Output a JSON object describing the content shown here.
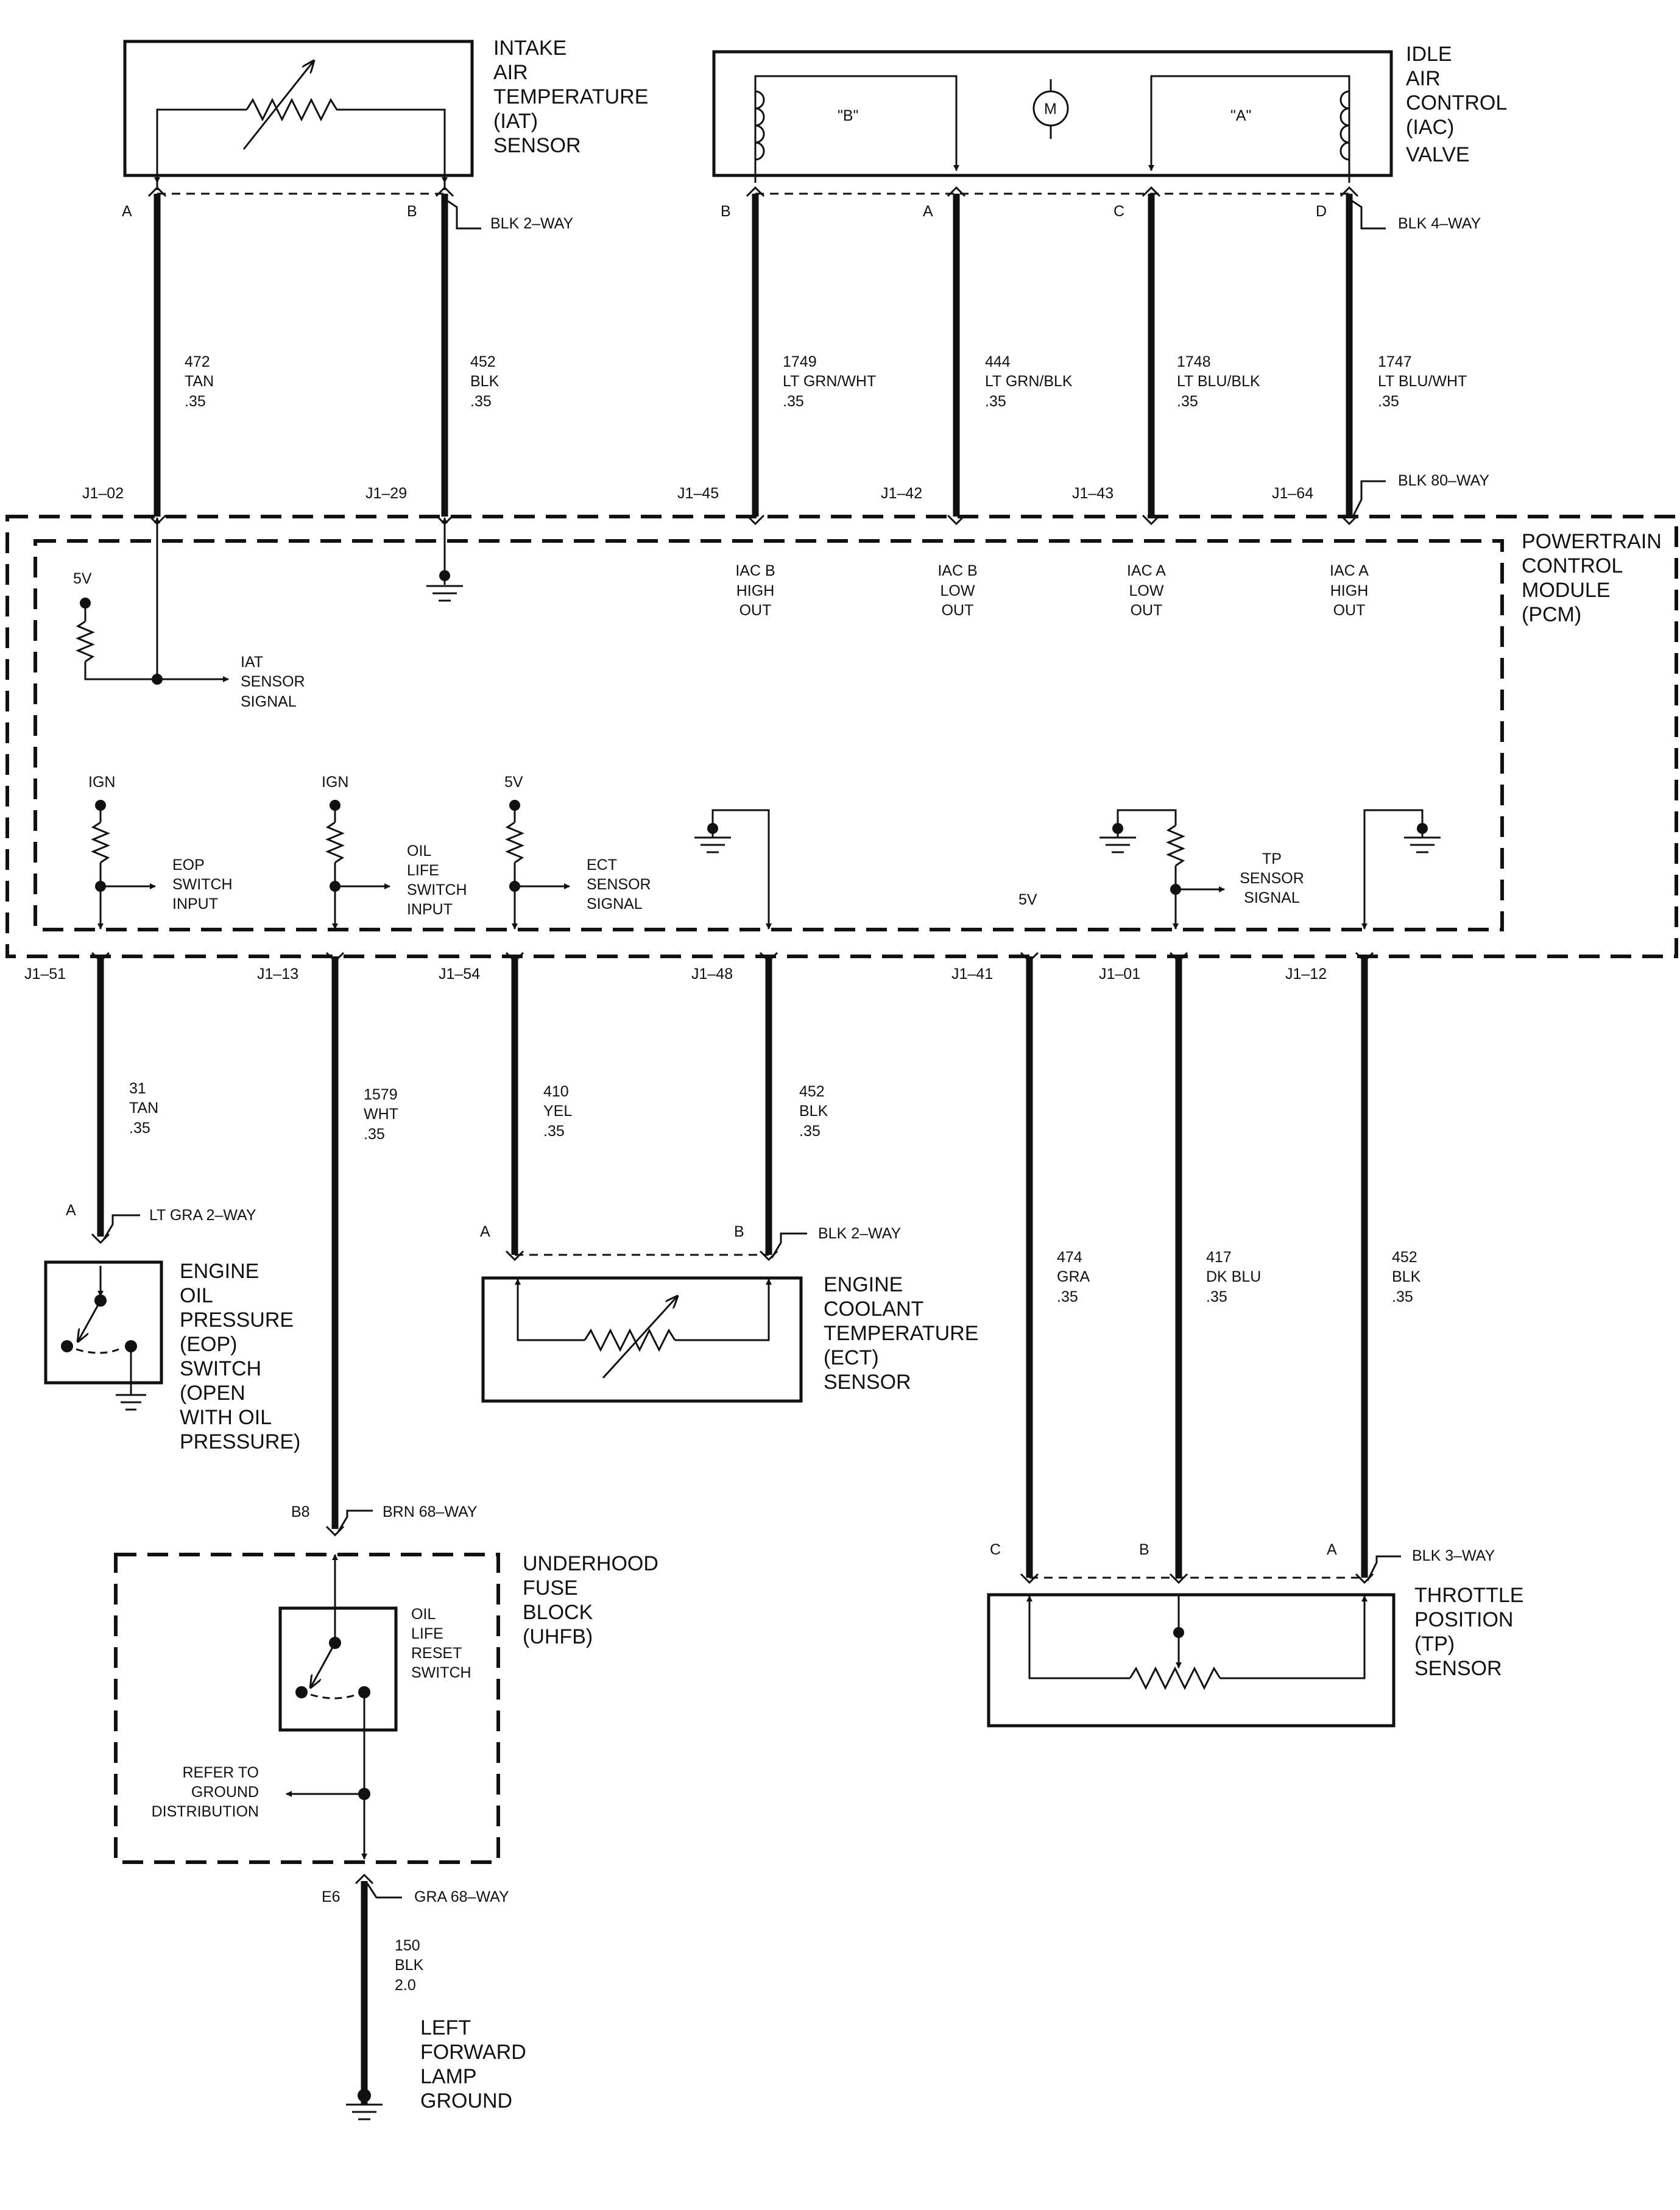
{
  "components": {
    "iat": [
      "INTAKE",
      "AIR",
      "TEMPERATURE",
      "(IAT)",
      "SENSOR"
    ],
    "iac": [
      "IDLE",
      "AIR",
      "CONTROL",
      "(IAC)",
      "VALVE"
    ],
    "iac_coil_b": "\"B\"",
    "iac_coil_a": "\"A\"",
    "iac_motor": "M",
    "pcm": [
      "POWERTRAIN",
      "CONTROL",
      "MODULE",
      "(PCM)"
    ],
    "eop": [
      "ENGINE",
      "OIL",
      "PRESSURE",
      "(EOP)",
      "SWITCH",
      "(OPEN",
      "WITH OIL",
      "PRESSURE)"
    ],
    "ect": [
      "ENGINE",
      "COOLANT",
      "TEMPERATURE",
      "(ECT)",
      "SENSOR"
    ],
    "uhfb": [
      "UNDERHOOD",
      "FUSE",
      "BLOCK",
      "(UHFB)"
    ],
    "oil_reset": [
      "OIL",
      "LIFE",
      "RESET",
      "SWITCH"
    ],
    "ground_ref": [
      "REFER TO",
      "GROUND",
      "DISTRIBUTION"
    ],
    "tp": [
      "THROTTLE",
      "POSITION",
      "(TP)",
      "SENSOR"
    ],
    "lamp_ground": [
      "LEFT",
      "FORWARD",
      "LAMP",
      "GROUND"
    ]
  },
  "connectors": {
    "iat": "BLK 2–WAY",
    "iac": "BLK 4–WAY",
    "pcm": "BLK 80–WAY",
    "eop": "LT GRA 2–WAY",
    "ect": "BLK 2–WAY",
    "uhfb_top": "BRN 68–WAY",
    "uhfb_bottom": "GRA 68–WAY",
    "tp": "BLK 3–WAY"
  },
  "pins": {
    "iat_a": "A",
    "iat_b": "B",
    "iac_b": "B",
    "iac_a": "A",
    "iac_c": "C",
    "iac_d": "D",
    "j1_02": "J1–02",
    "j1_29": "J1–29",
    "j1_45": "J1–45",
    "j1_42": "J1–42",
    "j1_43": "J1–43",
    "j1_64": "J1–64",
    "j1_51": "J1–51",
    "j1_13": "J1–13",
    "j1_54": "J1–54",
    "j1_48": "J1–48",
    "j1_41": "J1–41",
    "j1_01": "J1–01",
    "j1_12": "J1–12",
    "eop_a": "A",
    "ect_a": "A",
    "ect_b": "B",
    "uhfb_b8": "B8",
    "uhfb_e6": "E6",
    "tp_c": "C",
    "tp_b": "B",
    "tp_a": "A"
  },
  "wires": {
    "w472": [
      "472",
      "TAN",
      ".35"
    ],
    "w452a": [
      "452",
      "BLK",
      ".35"
    ],
    "w1749": [
      "1749",
      "LT GRN/WHT",
      ".35"
    ],
    "w444": [
      "444",
      "LT GRN/BLK",
      ".35"
    ],
    "w1748": [
      "1748",
      "LT BLU/BLK",
      ".35"
    ],
    "w1747": [
      "1747",
      "LT BLU/WHT",
      ".35"
    ],
    "w31": [
      "31",
      "TAN",
      ".35"
    ],
    "w1579": [
      "1579",
      "WHT",
      ".35"
    ],
    "w410": [
      "410",
      "YEL",
      ".35"
    ],
    "w452b": [
      "452",
      "BLK",
      ".35"
    ],
    "w474": [
      "474",
      "GRA",
      ".35"
    ],
    "w417": [
      "417",
      "DK BLU",
      ".35"
    ],
    "w452c": [
      "452",
      "BLK",
      ".35"
    ],
    "w150": [
      "150",
      "BLK",
      "2.0"
    ]
  },
  "pcm_labels": {
    "v5_iat": "5V",
    "iat_signal": [
      "IAT",
      "SENSOR",
      "SIGNAL"
    ],
    "iac_b_high": [
      "IAC B",
      "HIGH",
      "OUT"
    ],
    "iac_b_low": [
      "IAC B",
      "LOW",
      "OUT"
    ],
    "iac_a_low": [
      "IAC A",
      "LOW",
      "OUT"
    ],
    "iac_a_high": [
      "IAC A",
      "HIGH",
      "OUT"
    ],
    "ign1": "IGN",
    "ign2": "IGN",
    "v5_ect": "5V",
    "eop_input": [
      "EOP",
      "SWITCH",
      "INPUT"
    ],
    "oil_life_input": [
      "OIL",
      "LIFE",
      "SWITCH",
      "INPUT"
    ],
    "ect_signal": [
      "ECT",
      "SENSOR",
      "SIGNAL"
    ],
    "v5_tp": "5V",
    "tp_signal": [
      "TP",
      "SENSOR",
      "SIGNAL"
    ]
  }
}
